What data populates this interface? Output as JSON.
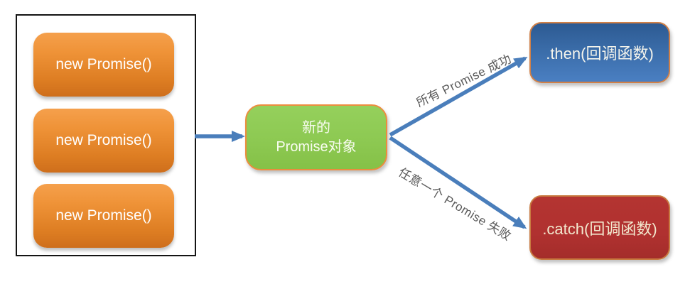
{
  "diagram": {
    "title_semantic": "Promise.all flow diagram",
    "source_group": {
      "boxes": [
        {
          "label": "new Promise()"
        },
        {
          "label": "new Promise()"
        },
        {
          "label": "new Promise()"
        }
      ]
    },
    "center_node": {
      "lines": [
        "新的",
        "Promise对象"
      ]
    },
    "then_node": {
      "label": ".then(回调函数)"
    },
    "catch_node": {
      "label": ".catch(回调函数)"
    },
    "edges": {
      "success_label": "所有 Promise 成功",
      "failure_label": "任意一个 Promise 失败"
    },
    "colors": {
      "arrow_blue": "#4A7EBB",
      "orange_box_top": "#F5A04C",
      "orange_box_bottom": "#CE6E1C",
      "green_node": "#8DC952",
      "green_node_border": "#ED8C3E",
      "then_node_top": "#2D5A92",
      "then_node_bottom": "#4A7FC2",
      "catch_node": "#B03130",
      "edge_label_text": "#595959",
      "container_border": "#141414",
      "catch_text": "#F2E8CE",
      "box_text": "#FFFFFF"
    }
  }
}
